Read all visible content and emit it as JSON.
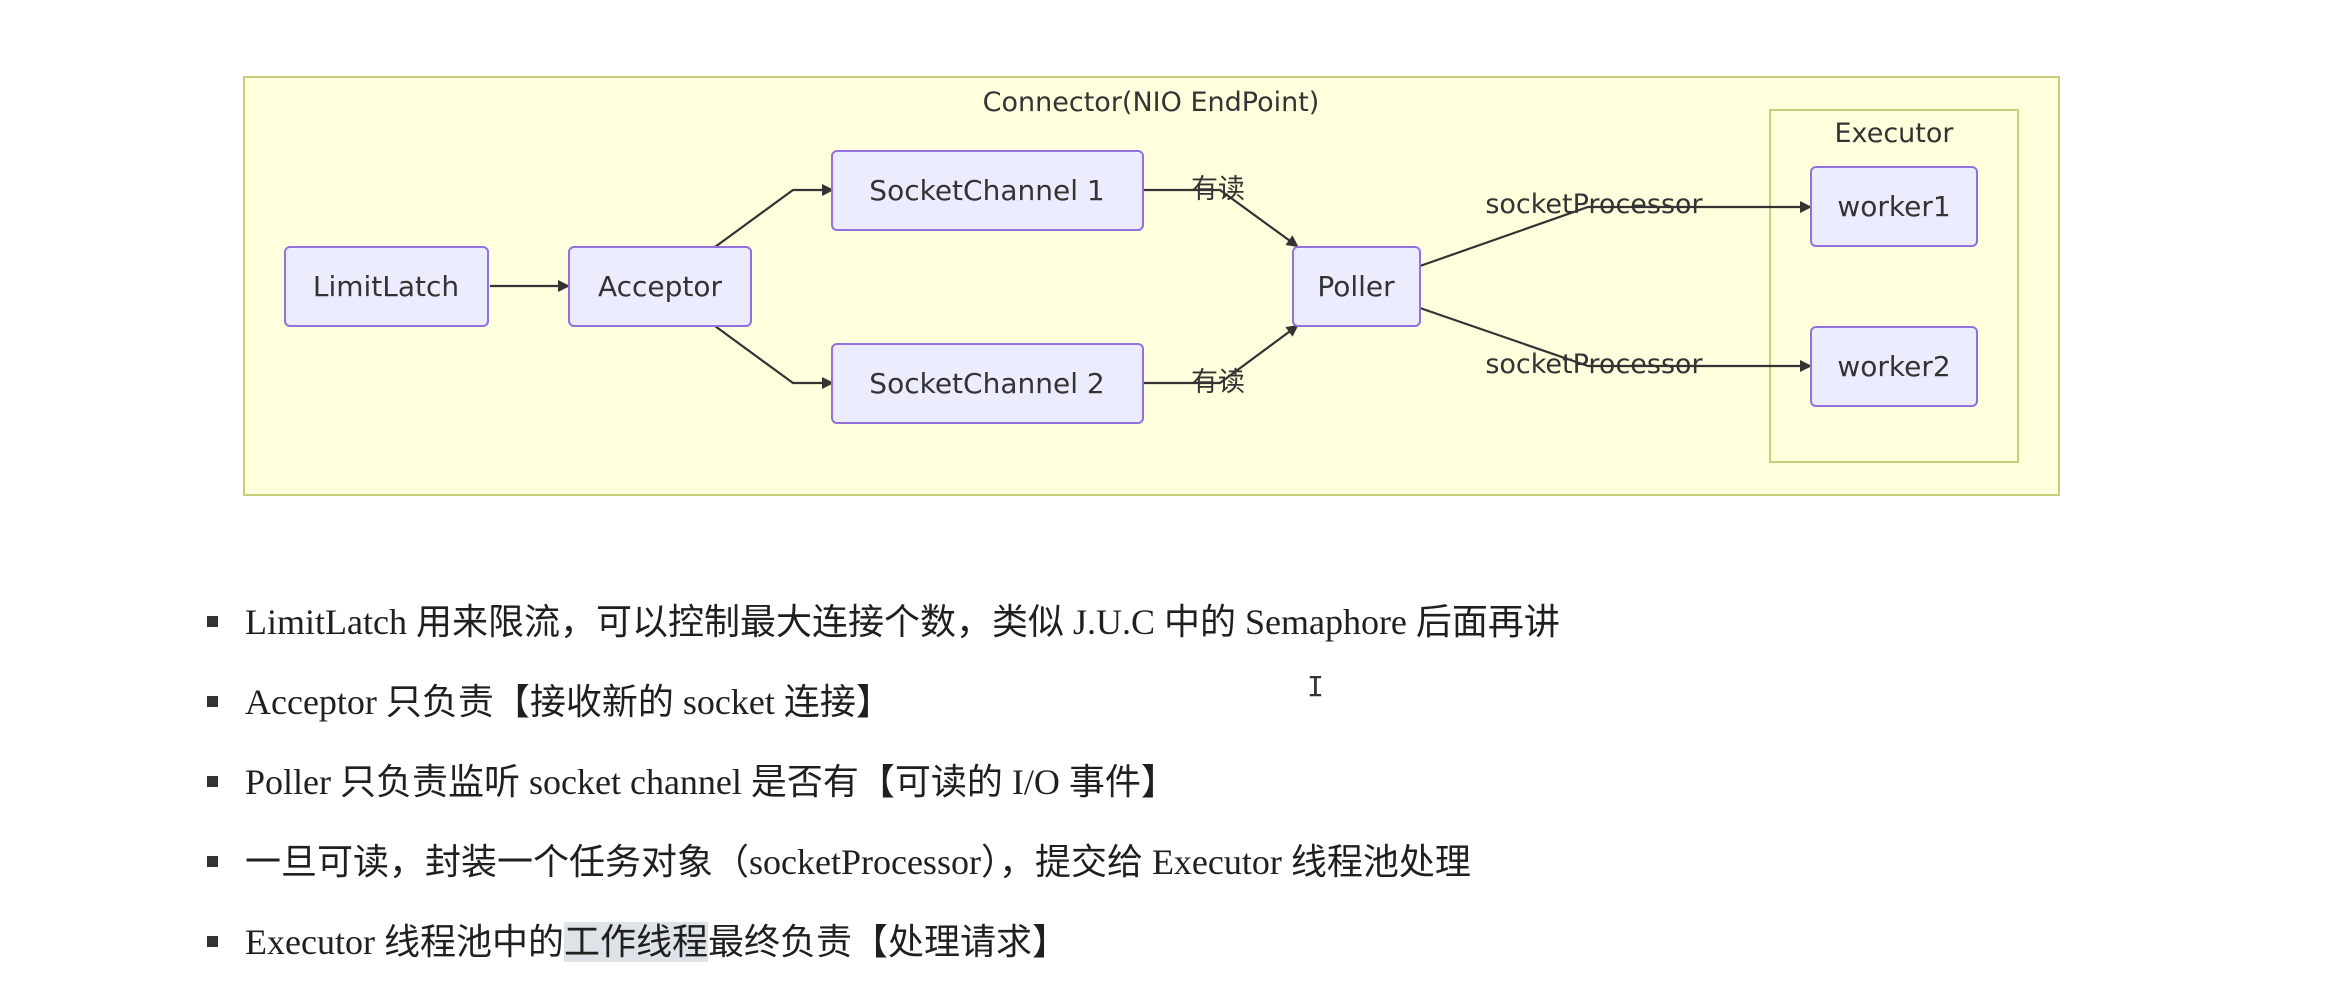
{
  "diagram": {
    "cluster_title": "Connector(NIO EndPoint)",
    "executor_title": "Executor",
    "nodes": {
      "limitlatch": "LimitLatch",
      "acceptor": "Acceptor",
      "socketchannel1": "SocketChannel 1",
      "socketchannel2": "SocketChannel 2",
      "poller": "Poller",
      "worker1": "worker1",
      "worker2": "worker2"
    },
    "edge_labels": {
      "read1": "有读",
      "read2": "有读",
      "proc1": "socketProcessor",
      "proc2": "socketProcessor"
    }
  },
  "notes": [
    {
      "text": "LimitLatch 用来限流，可以控制最大连接个数，类似 J.U.C 中的  Semaphore 后面再讲"
    },
    {
      "text": "Acceptor 只负责【接收新的 socket 连接】"
    },
    {
      "text": "Poller 只负责监听 socket channel 是否有【可读的 I/O 事件】"
    },
    {
      "text": "一旦可读，封装一个任务对象（socketProcessor），提交给 Executor 线程池处理"
    },
    {
      "pre": "Executor 线程池中的",
      "highlight": "工作线程",
      "post": "最终负责【处理请求】"
    }
  ],
  "cursor": "I"
}
